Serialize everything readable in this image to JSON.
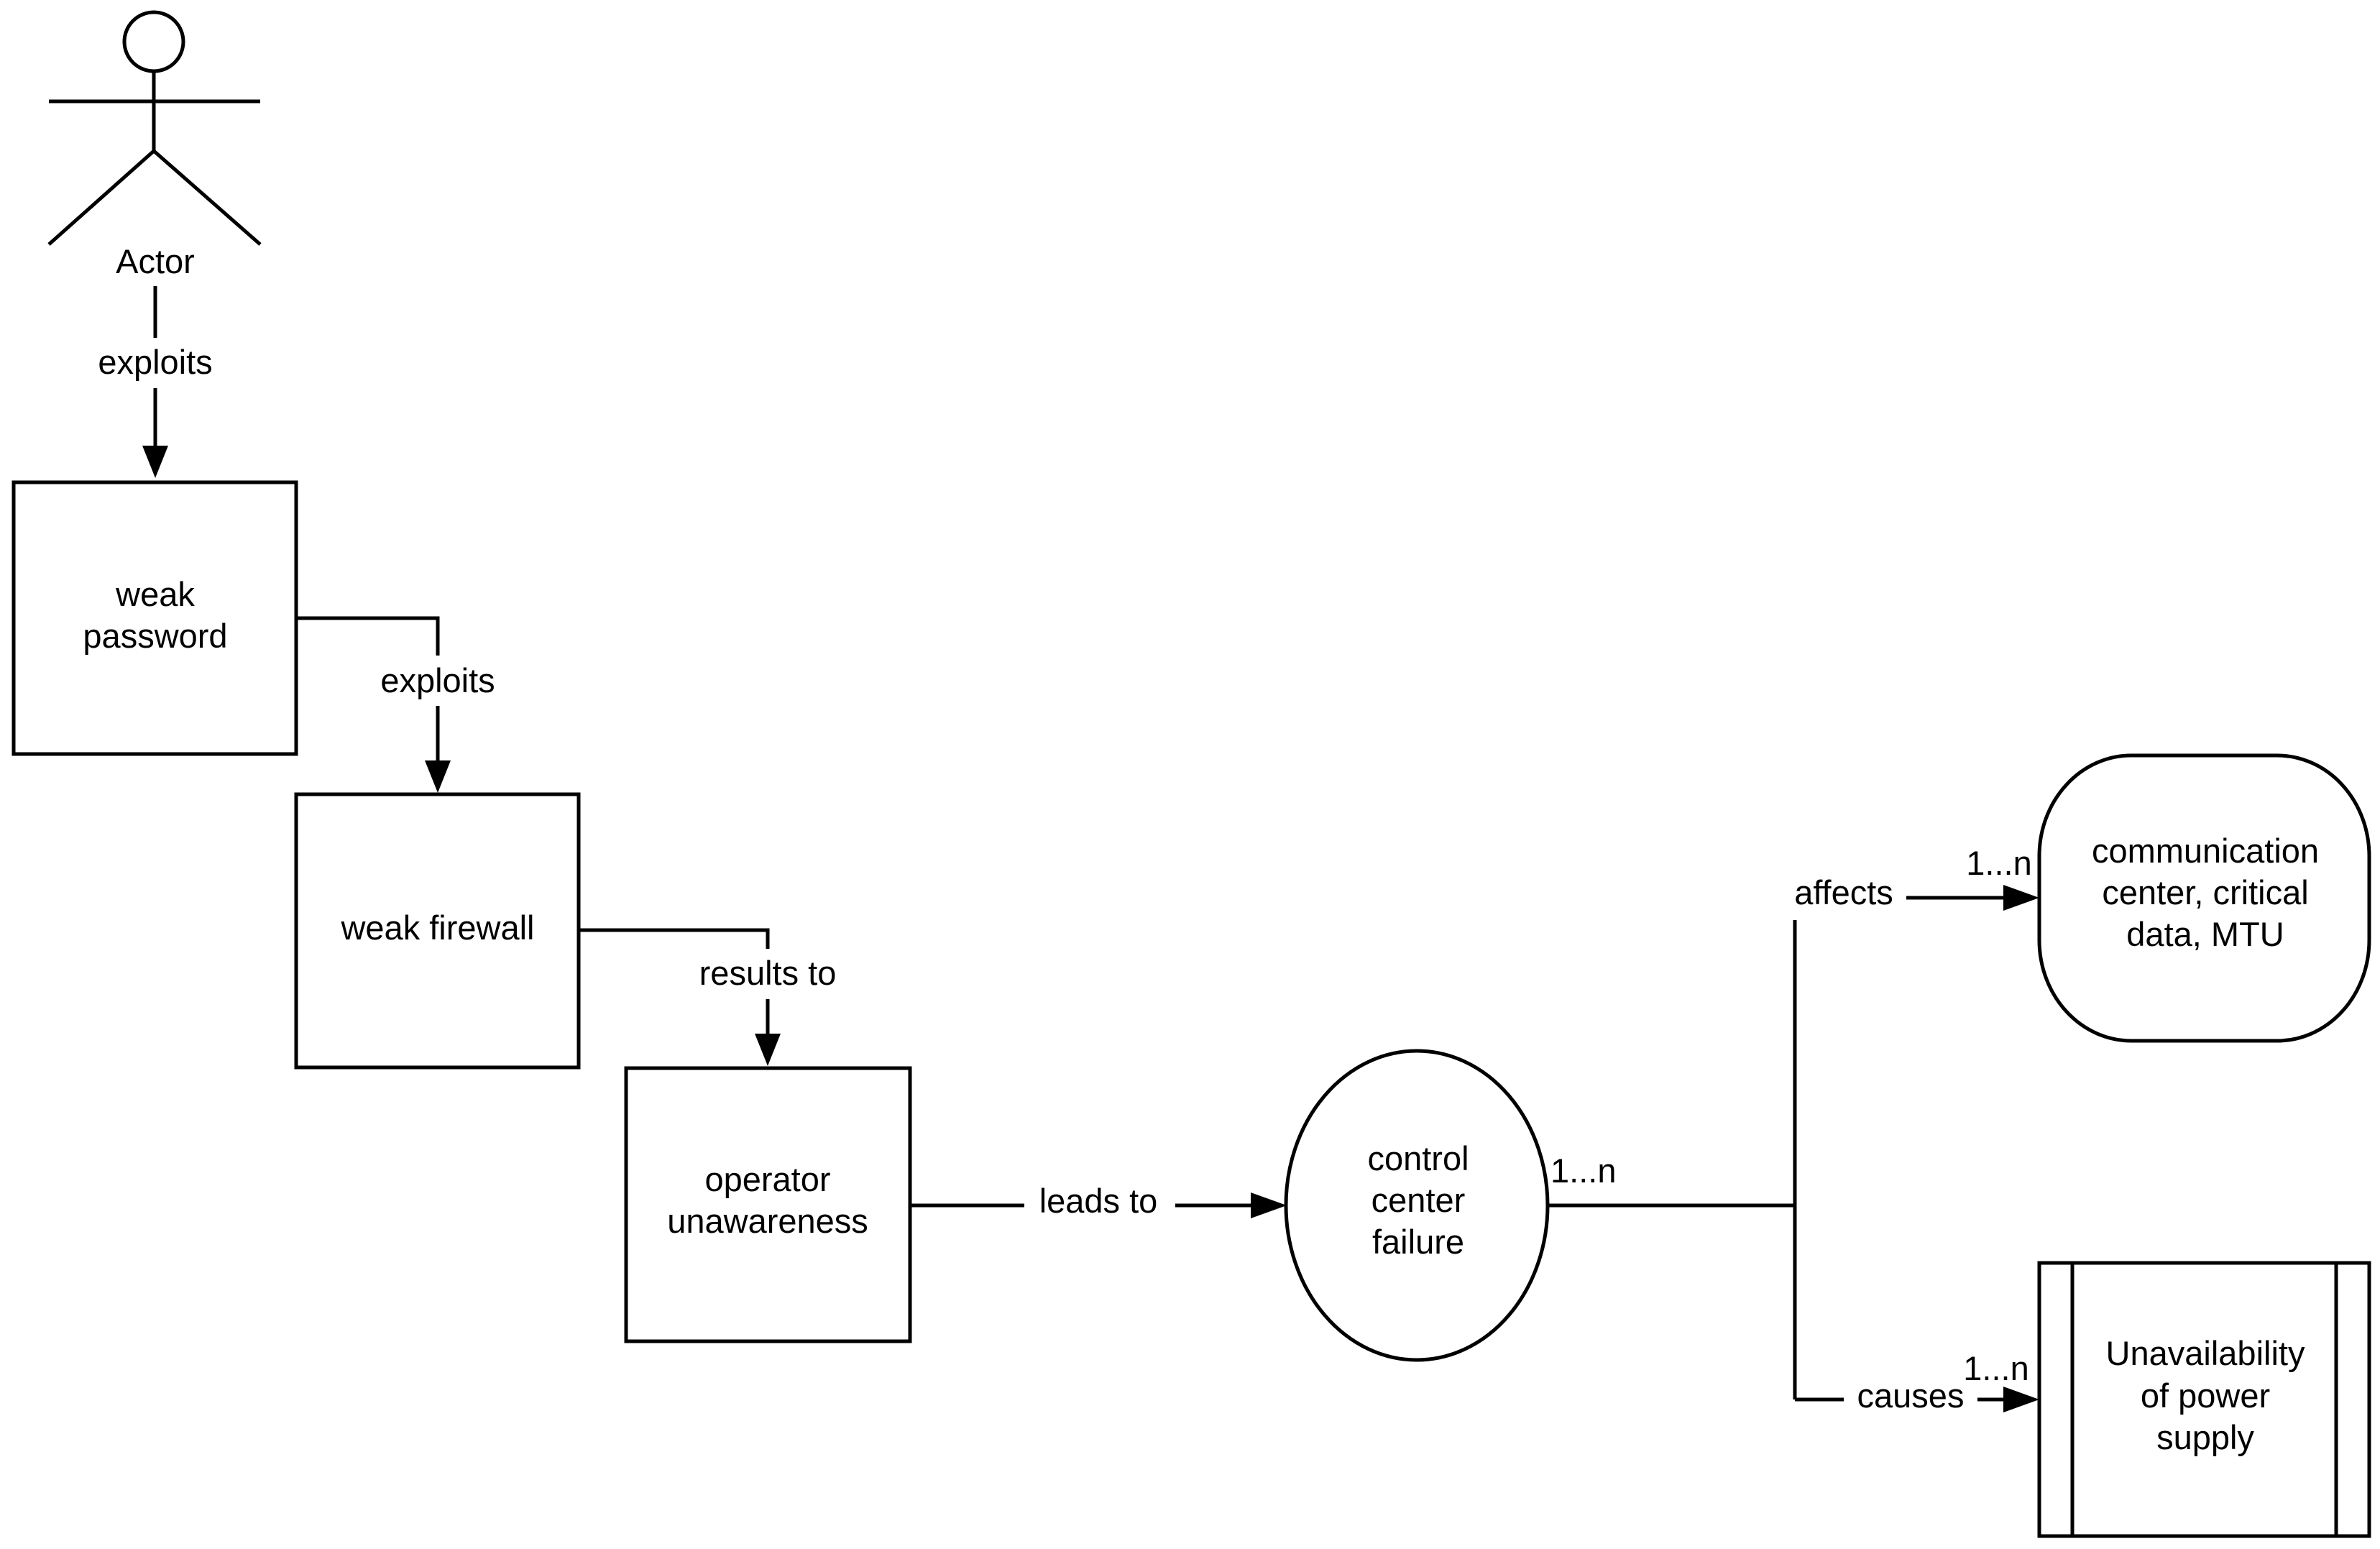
{
  "actor": {
    "label": "Actor"
  },
  "nodes": {
    "weak_password": {
      "lines": [
        "weak",
        "password"
      ]
    },
    "weak_firewall": {
      "lines": [
        "weak firewall"
      ]
    },
    "operator_unawareness": {
      "lines": [
        "operator",
        "unawareness"
      ]
    },
    "control_center_failure": {
      "lines": [
        "control",
        "center",
        "failure"
      ]
    },
    "communication_center": {
      "lines": [
        "communication",
        "center, critical",
        "data, MTU"
      ]
    },
    "power_supply": {
      "lines": [
        "Unavailability",
        "of power",
        "supply"
      ]
    }
  },
  "edges": {
    "actor_to_password": {
      "label": "exploits"
    },
    "password_to_firewall": {
      "label": "exploits"
    },
    "firewall_to_operator": {
      "label": "results to"
    },
    "operator_to_failure": {
      "label": "leads to"
    },
    "failure_to_communication": {
      "label": "affects",
      "multiplicity": "1...n"
    },
    "failure_to_power": {
      "label": "causes",
      "multiplicity": "1...n"
    },
    "failure_source": {
      "multiplicity": "1...n"
    }
  },
  "colors": {
    "stroke": "#000000",
    "fill": "#ffffff"
  }
}
